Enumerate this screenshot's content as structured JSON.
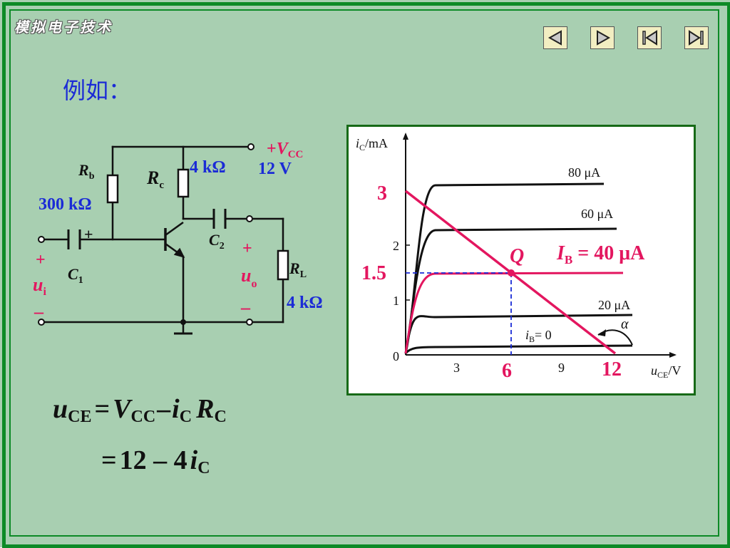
{
  "header": {
    "title": "模拟电子技术"
  },
  "nav": {
    "prev": "prev-icon",
    "next": "next-icon",
    "first": "first-icon",
    "last": "last-icon"
  },
  "example_label": "例如：",
  "circuit": {
    "rb_label": "R",
    "rb_sub": "b",
    "rb_value": "300 kΩ",
    "rc_label": "R",
    "rc_sub": "c",
    "rc_value": "4 kΩ",
    "vcc_plus": "+",
    "vcc_label": "V",
    "vcc_sub": "CC",
    "vcc_value": "12 V",
    "c1_label": "C",
    "c1_sub": "1",
    "c1_polarity": "+",
    "c2_label": "C",
    "c2_sub": "2",
    "rl_label": "R",
    "rl_sub": "L",
    "rl_value": "4 kΩ",
    "ui_plus": "+",
    "ui_label": "u",
    "ui_sub": "i",
    "ui_minus": "–",
    "uo_plus": "+",
    "uo_label": "u",
    "uo_sub": "o",
    "uo_minus": "–"
  },
  "graph": {
    "y_axis_label_var": "i",
    "y_axis_label_sub": "C",
    "y_axis_label_unit": "/mA",
    "x_axis_label_var": "u",
    "x_axis_label_sub": "CE",
    "x_axis_label_unit": "/V",
    "x_ticks": [
      "3",
      "6",
      "9",
      "12"
    ],
    "y_ticks": [
      "0",
      "1",
      "2"
    ],
    "curves": [
      {
        "label": "80 μA"
      },
      {
        "label": "60 μA"
      },
      {
        "label": "40 μA"
      },
      {
        "label": "20 μA"
      },
      {
        "label_var": "i",
        "label_sub": "B",
        "label_rest": "= 0"
      }
    ],
    "ib_label_var": "I",
    "ib_label_sub": "B",
    "ib_label_rest": " = 40 μA",
    "q_label": "Q",
    "load_line_y_label": "3",
    "load_line_x_label": "12",
    "q_y_label": "1.5",
    "q_x_label": "6",
    "alpha_label": "α",
    "colors": {
      "highlight": "#e3165f",
      "dashed": "#1a2bd6",
      "curve": "#111111"
    }
  },
  "formulas": {
    "line1": {
      "lhs_var": "u",
      "lhs_sub": "CE",
      "eq": "=",
      "v": "V",
      "v_sub": "CC",
      "minus": "–",
      "i": "i",
      "i_sub": "C",
      "r": "R",
      "r_sub": "C"
    },
    "line2": {
      "eq": "=",
      "num": "12 – 4",
      "i": "i",
      "i_sub": "C"
    }
  }
}
